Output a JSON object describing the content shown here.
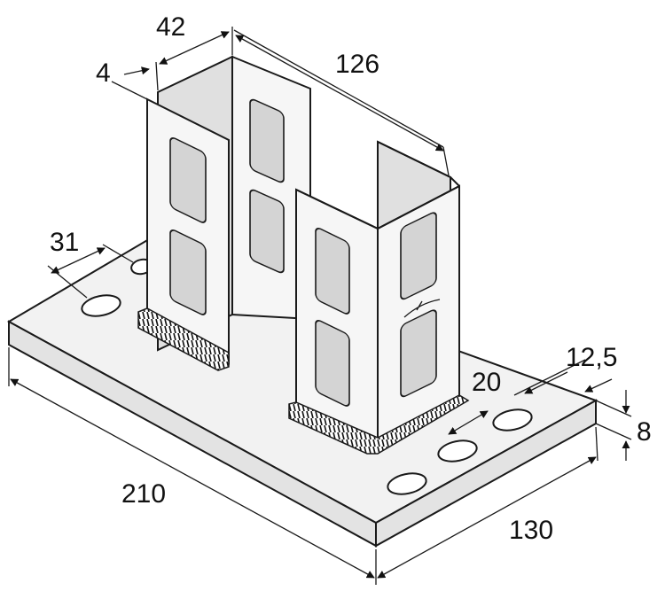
{
  "drawing": {
    "subject": "Channel post base plate with welded double U-channel uprights",
    "dimensions": [
      {
        "id": "channel-width",
        "label": "42"
      },
      {
        "id": "wall-thickness",
        "label": "4"
      },
      {
        "id": "channel-depth",
        "label": "126"
      },
      {
        "id": "hole-edge-distance",
        "label": "31"
      },
      {
        "id": "slot-length",
        "label": "20"
      },
      {
        "id": "slot-width",
        "label": "12,5"
      },
      {
        "id": "plate-thickness",
        "label": "8"
      },
      {
        "id": "plate-length",
        "label": "210"
      },
      {
        "id": "plate-width",
        "label": "130"
      }
    ]
  }
}
